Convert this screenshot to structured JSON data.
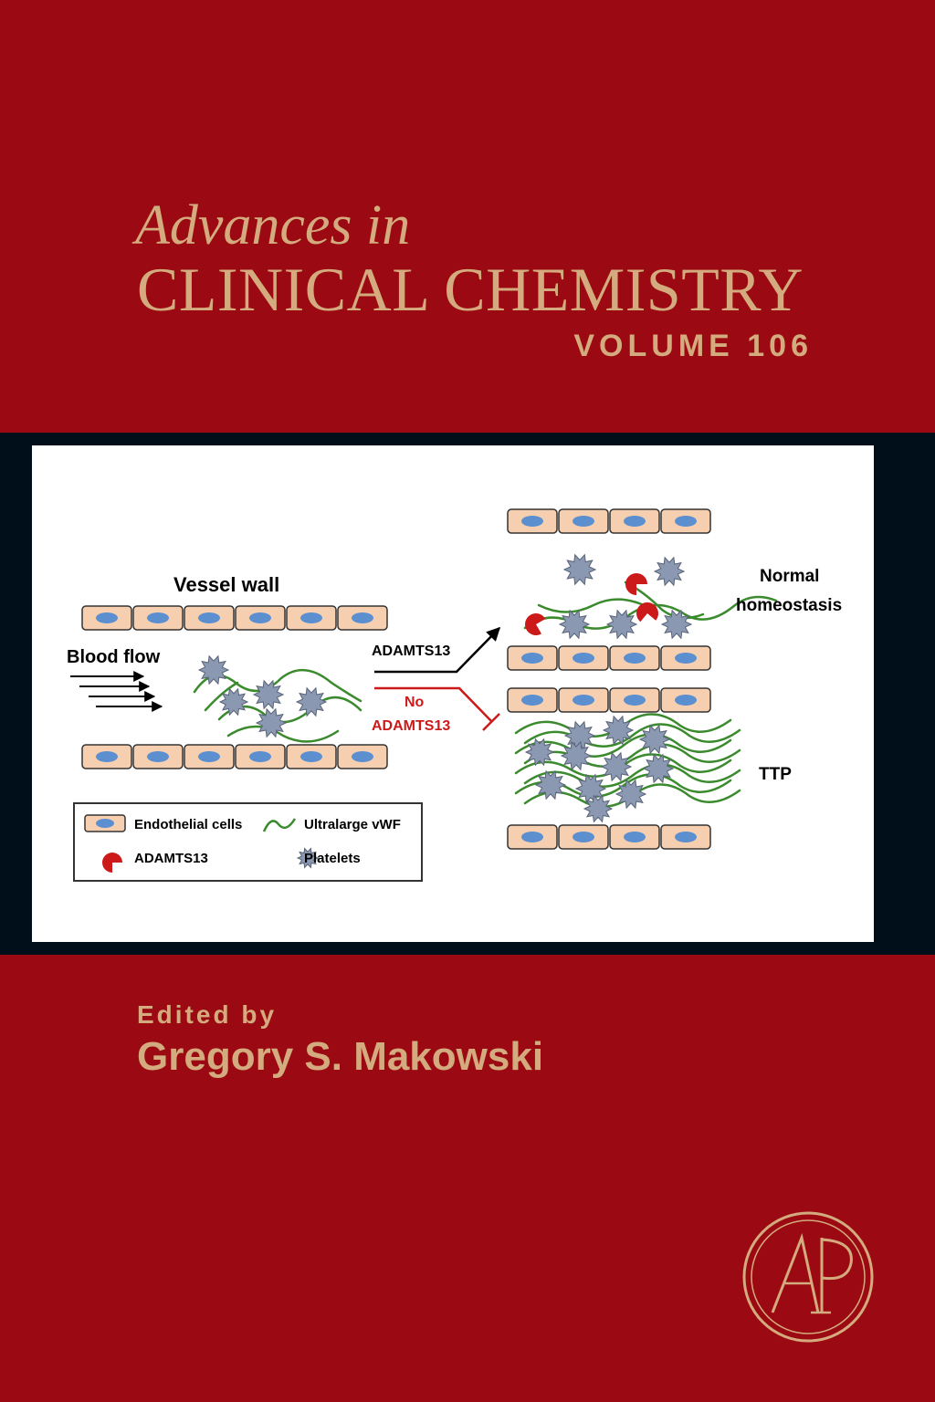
{
  "series": {
    "title_line1": "Advances in",
    "title_line2": "CLINICAL CHEMISTRY",
    "volume": "VOLUME 106"
  },
  "figure": {
    "vessel_wall": "Vessel wall",
    "blood_flow": "Blood flow",
    "adamts13": "ADAMTS13",
    "no_line1": "No",
    "no_line2": "ADAMTS13",
    "normal_line1": "Normal",
    "normal_line2": "homeostasis",
    "ttp": "TTP",
    "legend": {
      "endothelial": "Endothelial cells",
      "vwf": "Ultralarge vWF",
      "adamts13": "ADAMTS13",
      "platelets": "Platelets"
    }
  },
  "editor": {
    "label": "Edited by",
    "name": "Gregory S. Makowski"
  },
  "colors": {
    "background": "#9b0a12",
    "gold": "#d4ab7e",
    "band": "#000f1a",
    "cell": "#f6cfb0",
    "nucleus": "#5b8fd0",
    "platelet": "#8a98b2",
    "vwf": "#3b8a2e",
    "adamts13": "#cc1a1a"
  },
  "logo": {
    "icon": "ap-monogram-icon"
  }
}
